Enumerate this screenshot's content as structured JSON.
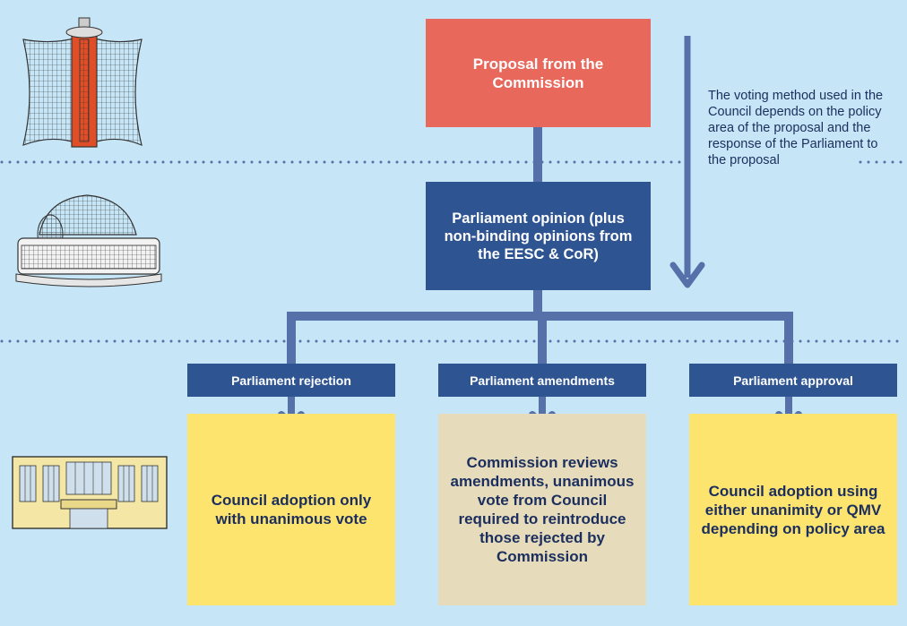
{
  "colors": {
    "background": "#c6e6f7",
    "commission_box": "#e8685c",
    "parliament_blue": "#2e5592",
    "connector": "#5670aa",
    "outcome_yellow": "#fde46e",
    "outcome_beige": "#e6dcbc",
    "text_dark_blue": "#1b2e5e"
  },
  "icons": {
    "commission": "berlaymont-building-icon",
    "parliament": "parliament-building-icon",
    "council": "council-building-icon"
  },
  "flow": {
    "commission_proposal": "Proposal from the Commission",
    "parliament_opinion": "Parliament opinion (plus non-binding opinions from the EESC & CoR)",
    "voting_note": "The voting method used in the Council depends on the policy area of the proposal and the response of the Parliament to the proposal"
  },
  "branches": [
    {
      "label": "Parliament rejection",
      "outcome": "Council adoption only with unanimous vote"
    },
    {
      "label": "Parliament amendments",
      "outcome": "Commission reviews amendments, unanimous vote from Council required to reintroduce those rejected by Commission"
    },
    {
      "label": "Parliament approval",
      "outcome": "Council adoption using either unanimity or QMV depending on policy area"
    }
  ]
}
